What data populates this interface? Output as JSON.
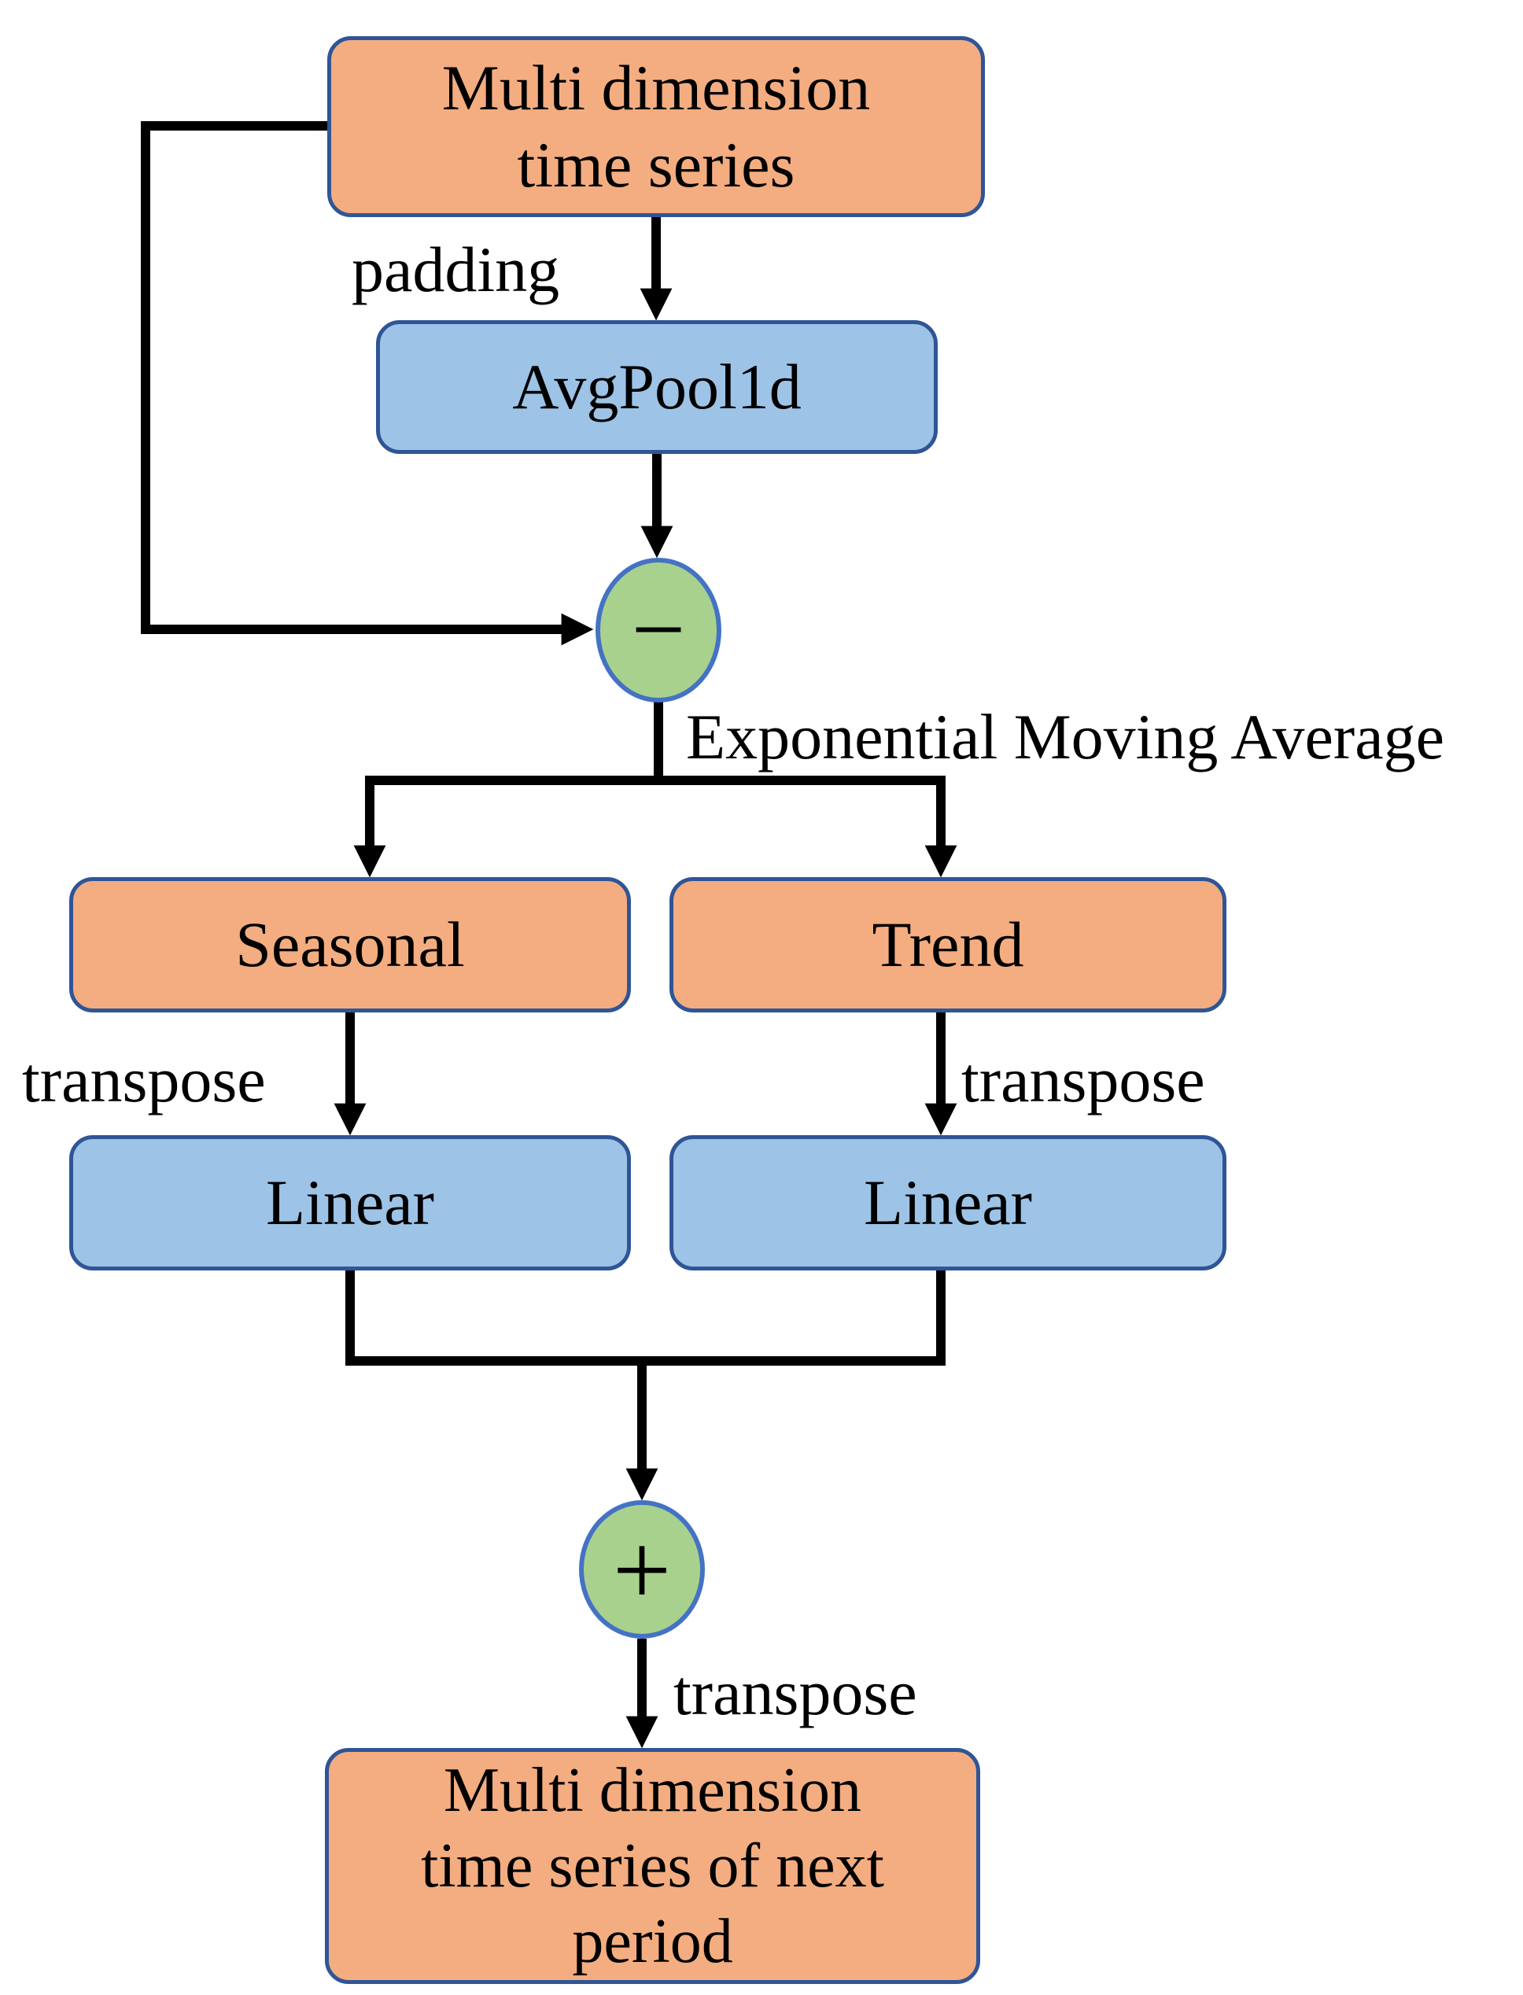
{
  "nodes": {
    "input": {
      "label": "Multi dimension\ntime series"
    },
    "avgpool": {
      "label": "AvgPool1d"
    },
    "seasonal": {
      "label": "Seasonal"
    },
    "trend": {
      "label": "Trend"
    },
    "linear_seasonal": {
      "label": "Linear"
    },
    "linear_trend": {
      "label": "Linear"
    },
    "output": {
      "label": "Multi dimension\ntime series of next\nperiod"
    }
  },
  "operators": {
    "subtract": {
      "symbol": "−"
    },
    "add": {
      "symbol": "+"
    }
  },
  "edge_labels": {
    "padding": "padding",
    "ema": "Exponential Moving Average",
    "transpose_seasonal": "transpose",
    "transpose_trend": "transpose",
    "transpose_output": "transpose"
  },
  "colors": {
    "orange_fill": "#F3AD80",
    "blue_fill": "#9DC3E6",
    "green_fill": "#A9D18E",
    "box_border": "#2F5597",
    "circle_border": "#4472C4",
    "line": "#000000",
    "text": "#000000",
    "background": "#FFFFFF"
  }
}
